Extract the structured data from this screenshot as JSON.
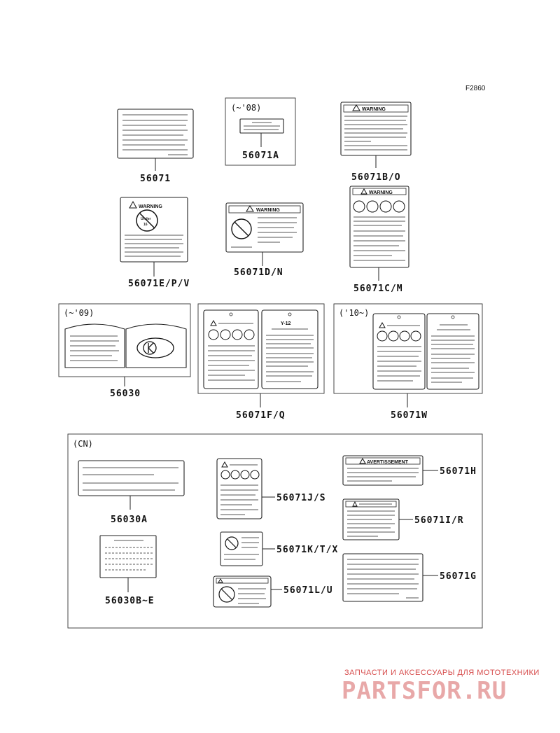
{
  "figure_code": "F2860",
  "groups": {
    "g08": "(~'08)",
    "g09": "(~'09)",
    "g10": "('10~)",
    "cn": "(CN)"
  },
  "parts": {
    "p56071": "56071",
    "p56071A": "56071A",
    "p56071B": "56071B/O",
    "p56071E": "56071E/P/V",
    "p56071D": "56071D/N",
    "p56071C": "56071C/M",
    "p56030": "56030",
    "p56071F": "56071F/Q",
    "p56071W": "56071W",
    "p56030A": "56030A",
    "p56030B": "56030B~E",
    "p56071J": "56071J/S",
    "p56071K": "56071K/T/X",
    "p56071L": "56071L/U",
    "p56071H": "56071H",
    "p56071I": "56071I/R",
    "p56071G": "56071G"
  },
  "sticker_text": {
    "warning": "WARNING",
    "under": "Under",
    "age": "16",
    "y12": "Y-12",
    "advertissement": "AVERTISSEMENT"
  },
  "watermark": {
    "line1": "ЗАПЧАСТИ И АКСЕССУАРЫ ДЛЯ МОТОТЕХНИКИ",
    "line2": "PARTSFOR.RU"
  }
}
